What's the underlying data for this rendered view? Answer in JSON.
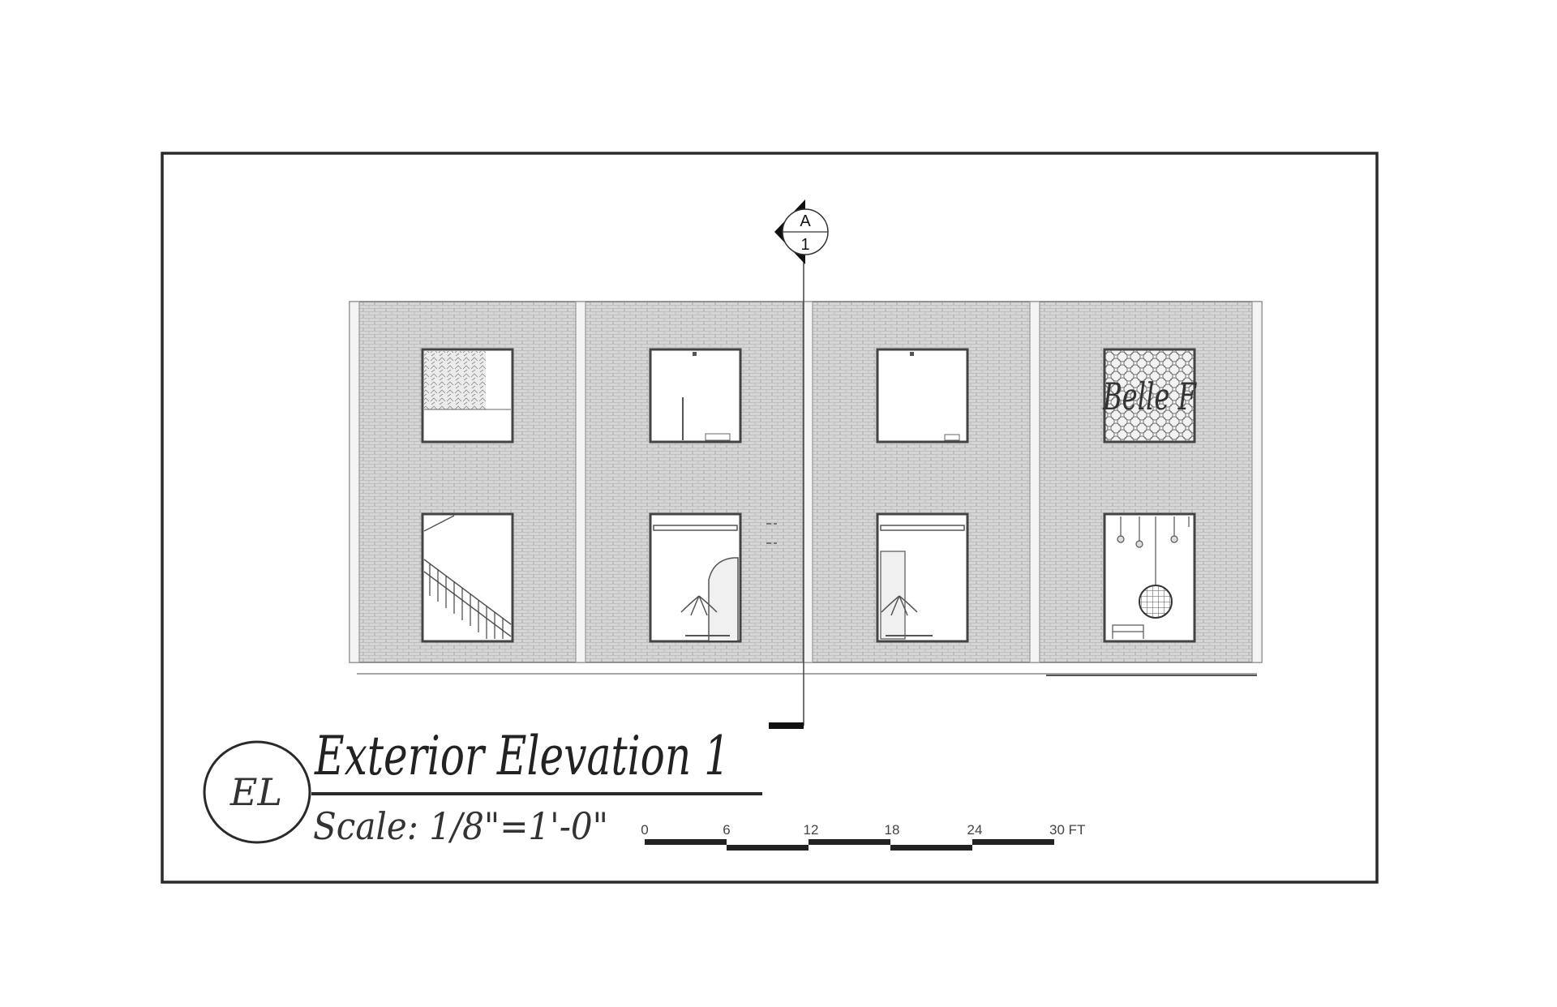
{
  "title": "Exterior Elevation 1",
  "scale_text": "Scale: 1/8\"=1'-0\"",
  "drawing_id": "EL",
  "section_marker": {
    "top": "A",
    "bottom": "1"
  },
  "scale_bar": {
    "ticks": [
      "0",
      "6",
      "12",
      "18",
      "24",
      "30 FT"
    ]
  },
  "storefront_sign": "Belle F",
  "colors": {
    "border": "#2a2a2a",
    "brick_fill": "#d4d4d4",
    "ink": "#222222"
  }
}
